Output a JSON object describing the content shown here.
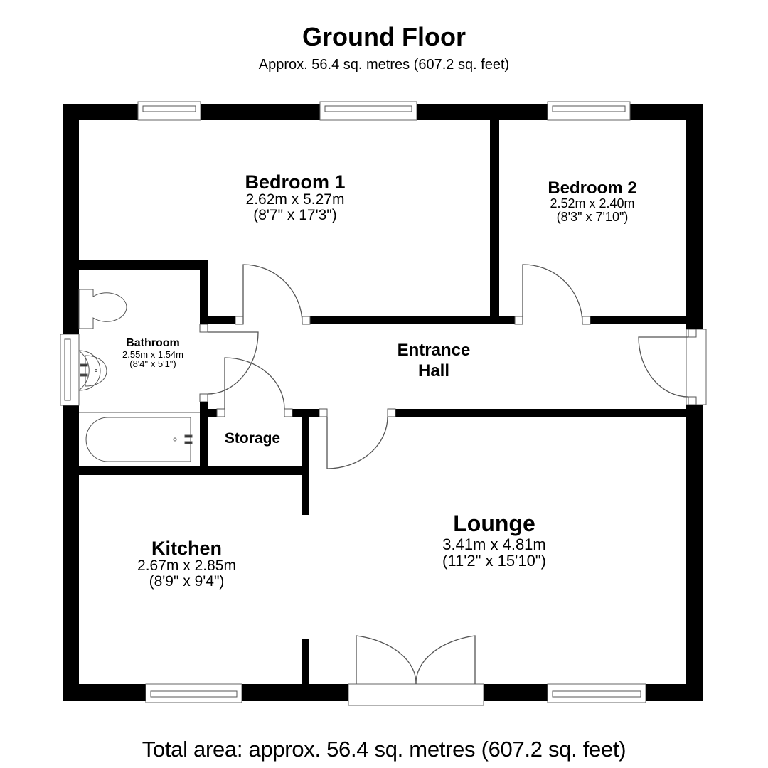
{
  "header": {
    "title": "Ground Floor",
    "subtitle": "Approx. 56.4 sq. metres (607.2 sq. feet)"
  },
  "rooms": {
    "bedroom1": {
      "name": "Bedroom 1",
      "metric": "2.62m x 5.27m",
      "imperial": "(8'7\" x 17'3\")"
    },
    "bedroom2": {
      "name": "Bedroom 2",
      "metric": "2.52m x 2.40m",
      "imperial": "(8'3\" x 7'10\")"
    },
    "bathroom": {
      "name": "Bathroom",
      "metric": "2.55m x 1.54m",
      "imperial": "(8'4\" x 5'1\")"
    },
    "entrance_hall": {
      "name_line1": "Entrance",
      "name_line2": "Hall"
    },
    "storage": {
      "name": "Storage"
    },
    "kitchen": {
      "name": "Kitchen",
      "metric": "2.67m x 2.85m",
      "imperial": "(8'9\" x 9'4\")"
    },
    "lounge": {
      "name": "Lounge",
      "metric": "3.41m x 4.81m",
      "imperial": "(11'2\" x 15'10\")"
    }
  },
  "footer": {
    "total_area": "Total area: approx. 56.4 sq. metres (607.2 sq. feet)"
  },
  "colors": {
    "wall": "#000000",
    "fixture_line": "#555555",
    "background": "#ffffff"
  }
}
